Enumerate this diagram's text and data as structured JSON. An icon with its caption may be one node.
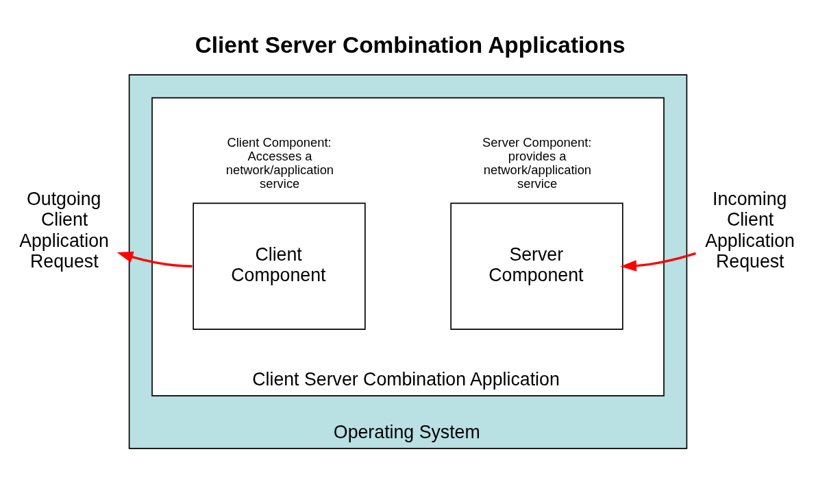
{
  "diagram": {
    "title": "Client Server Combination Applications",
    "nodes": [
      {
        "text": [
          "Operating System"
        ]
      },
      {
        "text": [
          "Client Server Combination Application"
        ],
        "in": 0
      },
      {
        "text": [
          "Client Component"
        ],
        "in": 1,
        "beside": [
          "Client Component: Accesses a network/application service"
        ]
      },
      {
        "text": [
          "Server Component"
        ],
        "in": 1,
        "beside": [
          "Server Component: provides a network/application service"
        ]
      },
      {
        "text": [
          "Outgoing Client Application Request"
        ]
      },
      {
        "text": [
          "Incoming Client Application Request"
        ]
      }
    ],
    "edges": [
      {
        "from": 2,
        "to": 4,
        "arrow": "to",
        "color": "#ff0000"
      },
      {
        "from": 5,
        "to": 3,
        "arrow": "to",
        "color": "#ff0000"
      }
    ]
  }
}
